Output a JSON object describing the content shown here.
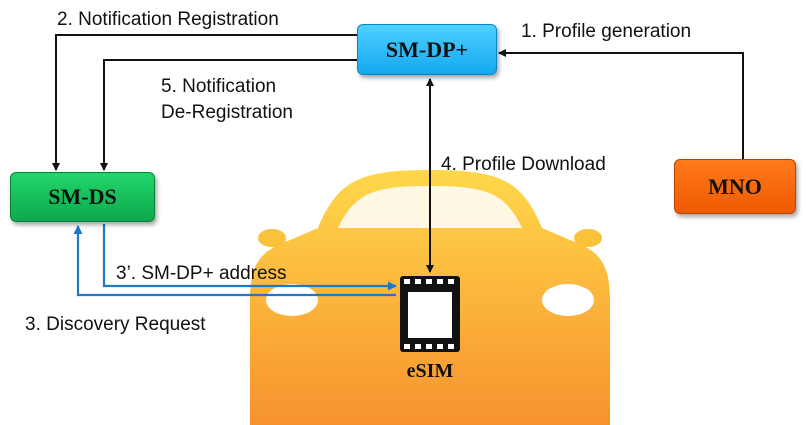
{
  "nodes": {
    "smdp": "SM-DP+",
    "smds": "SM-DS",
    "mno": "MNO",
    "esim": "eSIM"
  },
  "edges": {
    "profile_generation": "1. Profile generation",
    "notification_registration": "2. Notification Registration",
    "notification_deregistration_line1": "5. Notification",
    "notification_deregistration_line2": "De-Registration",
    "profile_download": "4. Profile Download",
    "smdp_address": "3’. SM-DP+ address",
    "discovery_request": "3. Discovery Request"
  },
  "colors": {
    "smdp": "#1ab2f5",
    "smds": "#15c05c",
    "mno": "#f56500",
    "car_top": "#ffd84a",
    "car_bottom": "#f7922e",
    "blue_arrow": "#1e78c8",
    "black_arrow": "#111111"
  }
}
